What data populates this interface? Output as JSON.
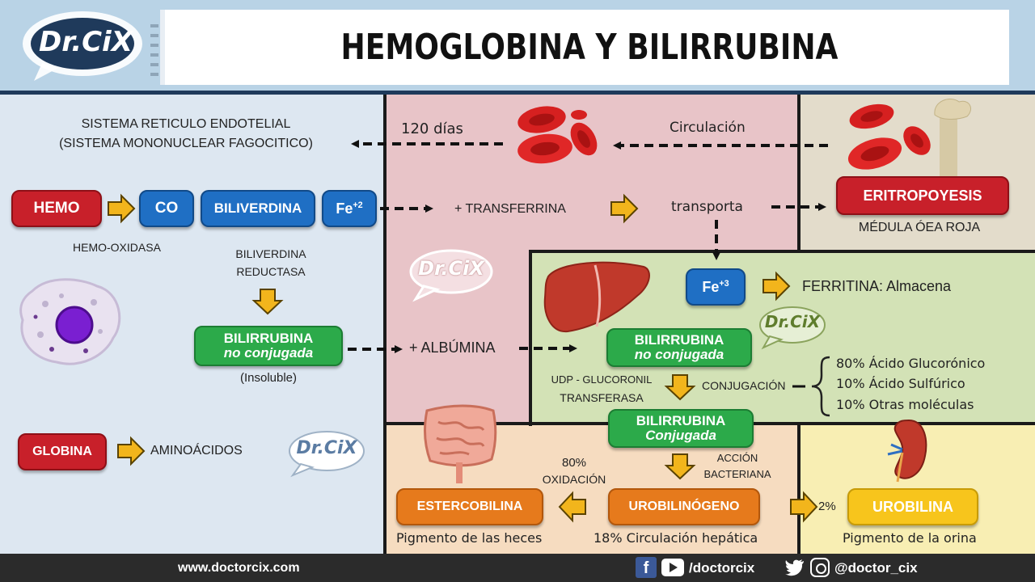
{
  "header": {
    "logo": "Dr.CiX",
    "title": "HEMOGLOBINA Y BILIRRUBINA"
  },
  "left": {
    "sre_line1": "SISTEMA RETICULO ENDOTELIAL",
    "sre_line2": "(SISTEMA MONONUCLEAR FAGOCITICO)",
    "hemo": "HEMO",
    "co": "CO",
    "biliverdina": "BILIVERDINA",
    "fe2": "Fe",
    "fe2_sup": "+2",
    "hemo_oxidasa": "HEMO-OXIDASA",
    "biliverdina_reductasa_1": "BILIVERDINA",
    "biliverdina_reductasa_2": "REDUCTASA",
    "bili_nc_1": "BILIRRUBINA",
    "bili_nc_2": "no conjugada",
    "insoluble": "(Insoluble)",
    "globina": "GLOBINA",
    "aminoacidos": "AMINOÁCIDOS"
  },
  "pink": {
    "dias": "120 días",
    "circulacion": "Circulación",
    "transferrina": "+ TRANSFERRINA",
    "transporta": "transporta",
    "albumina": "+ ALBÚMINA"
  },
  "tan": {
    "eritropoyesis": "ERITROPOYESIS",
    "medula": "MÉDULA ÓEA ROJA"
  },
  "green": {
    "fe3": "Fe",
    "fe3_sup": "+3",
    "ferritina": "FERRITINA: Almacena",
    "bili_nc_1": "BILIRRUBINA",
    "bili_nc_2": "no conjugada",
    "udp_1": "UDP - GLUCORONIL",
    "udp_2": "TRANSFERASA",
    "conjugacion": "CONJUGACIÓN",
    "acid_1": "80% Ácido Glucorónico",
    "acid_2": "10% Ácido  Sulfúrico",
    "acid_3": "10% Otras moléculas"
  },
  "bottom": {
    "bili_c_1": "BILIRRUBINA",
    "bili_c_2": "Conjugada",
    "accion_1": "ACCIÓN",
    "accion_2": "BACTERIANA",
    "oxidacion_1": "80%",
    "oxidacion_2": "OXIDACIÓN",
    "estercobilina": "ESTERCOBILINA",
    "pigmento_heces": "Pigmento de las heces",
    "urobilinogeno": "UROBILINÓGENO",
    "circulacion_hepatica": "18% Circulación hepática",
    "dos_pct": "2%",
    "urobilina": "UROBILINA",
    "pigmento_orina": "Pigmento de la orina"
  },
  "footer": {
    "site": "www.doctorcix.com",
    "fb_handle": "/doctorcix",
    "tw_handle": "@doctor_cix"
  },
  "colors": {
    "red": "#c8202a",
    "blue": "#1f6fc4",
    "green": "#2caa4a",
    "orange": "#e67a1c",
    "yellow": "#f7c51c",
    "arrow": "#f2b51c"
  }
}
